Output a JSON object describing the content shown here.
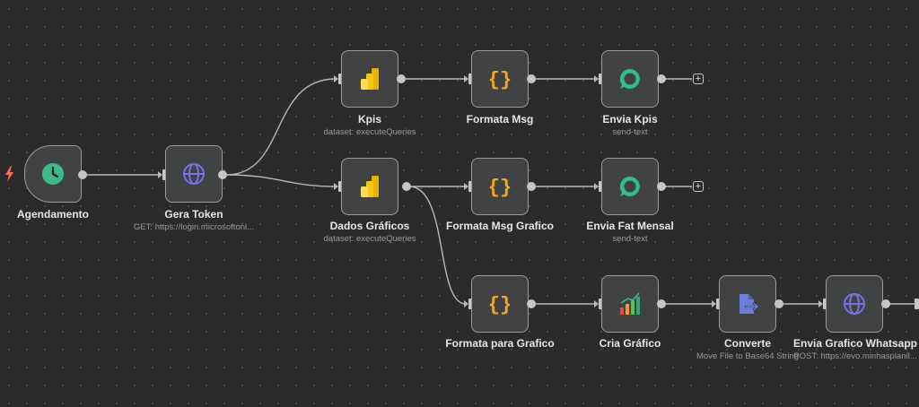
{
  "workflow": {
    "nodes": {
      "agendamento": {
        "label": "Agendamento",
        "subtitle": ""
      },
      "gera_token": {
        "label": "Gera Token",
        "subtitle": "GET: https://login.microsoftonl..."
      },
      "kpis": {
        "label": "Kpis",
        "subtitle": "dataset: executeQueries"
      },
      "dados_graficos": {
        "label": "Dados Gráficos",
        "subtitle": "dataset: executeQueries"
      },
      "formata_msg": {
        "label": "Formata Msg",
        "subtitle": ""
      },
      "formata_msg_grafico": {
        "label": "Formata Msg Grafico",
        "subtitle": ""
      },
      "formata_para_grafico": {
        "label": "Formata para Grafico",
        "subtitle": ""
      },
      "envia_kpis": {
        "label": "Envia Kpis",
        "subtitle": "send-text"
      },
      "envia_fat_mensal": {
        "label": "Envia Fat Mensal",
        "subtitle": "send-text"
      },
      "cria_grafico": {
        "label": "Cria Gráfico",
        "subtitle": ""
      },
      "converte": {
        "label": "Converte",
        "subtitle": "Move File to Base64 String"
      },
      "envia_grafico_whatsapp": {
        "label": "Envia Grafico Whatsapp",
        "subtitle": "POST: https://evo.minhasplanil..."
      }
    },
    "icons": {
      "trigger": "lightning-bolt-icon",
      "schedule": "clock-icon",
      "http": "globe-icon",
      "powerbi": "powerbi-icon",
      "code": "curly-braces-icon",
      "whatsapp": "chat-bubble-icon",
      "chart": "bar-chart-icon",
      "convert": "file-convert-icon",
      "add": "plus-icon"
    },
    "plus_symbol": "+",
    "colors": {
      "canvas": "#2b2b2b",
      "node_fill": "#414244",
      "node_border": "#9c9c9c",
      "wire": "#b8b8b8",
      "trigger_bolt": "#ff6b5a",
      "clock": "#3cb98b",
      "globe": "#7c72e6",
      "braces": "#f5a623",
      "whatsapp": "#2fbf8c",
      "powerbi": "#f2c811",
      "convert": "#6a7fd8"
    }
  }
}
